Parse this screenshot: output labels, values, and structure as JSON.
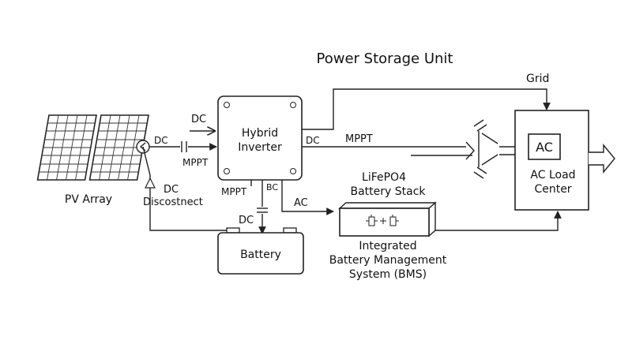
{
  "title": "Power Storage Unit",
  "components": {
    "pv_array": "PV Array",
    "hybrid_inverter": [
      "Hybrid",
      "Inverter"
    ],
    "battery": "Battery",
    "lifepo4": [
      "LiFePO4",
      "Battery Stack"
    ],
    "bms": [
      "Integrated",
      "Battery Management",
      "System (BMS)"
    ],
    "ac_load_center": [
      "AC Load",
      "Center"
    ],
    "ac_box": "AC"
  },
  "labels": {
    "grid": "Grid",
    "dc_top": "DC",
    "dc_pv": "DC",
    "mppt_left": "MPPT",
    "dc_disconnect": [
      "DC",
      "Discostnect"
    ],
    "mppt_bottom": "MPPT",
    "bc": "BC",
    "dc_battery": "DC",
    "ac_bms": "AC",
    "dc_right": "DC",
    "mppt_right": "MPPT"
  },
  "icons": [
    "solar-panel-icon",
    "capacitor-icon",
    "battery-cell-icon",
    "arrow-icon"
  ]
}
